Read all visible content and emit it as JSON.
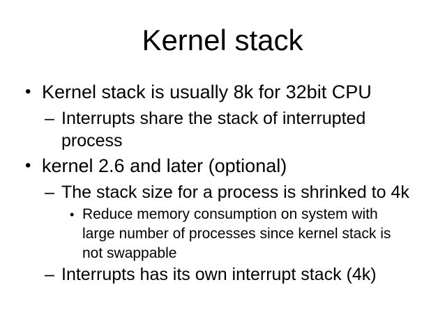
{
  "slide": {
    "title": "Kernel stack",
    "colors": {
      "background": "#ffffff",
      "text": "#000000"
    },
    "bullets": [
      {
        "level": 1,
        "marker": "•",
        "text": "Kernel stack is usually 8k for 32bit CPU"
      },
      {
        "level": 2,
        "marker": "–",
        "text": "Interrupts share the stack of interrupted\nprocess"
      },
      {
        "level": 1,
        "marker": "•",
        "text": "kernel 2.6 and later (optional)"
      },
      {
        "level": 2,
        "marker": "–",
        "text": "The stack size for a process is shrinked to 4k"
      },
      {
        "level": 3,
        "marker": "•",
        "text": "Reduce memory consumption on system with\nlarge number of processes since kernel stack is\nnot swappable"
      },
      {
        "level": 2,
        "marker": "–",
        "text": "Interrupts has its own interrupt stack (4k)"
      }
    ]
  }
}
